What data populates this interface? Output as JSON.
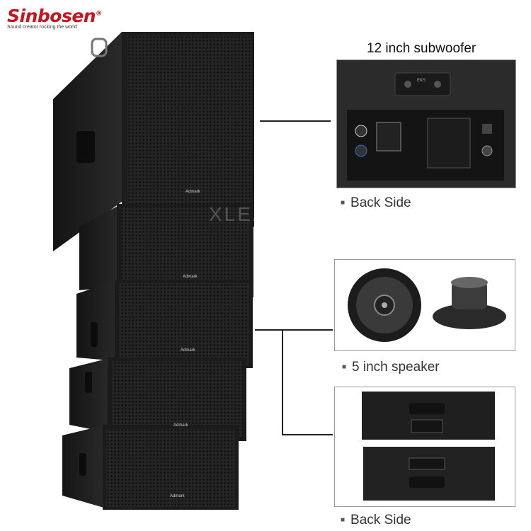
{
  "brand": {
    "name": "Sinbosen",
    "reg": "®",
    "tagline": "Sound creator rocking the world"
  },
  "watermark": "XLEAUDIO",
  "cabinet_logo": "Admark",
  "panels": {
    "subwoofer": {
      "title": "12 inch subwoofer",
      "caption": "Back Side",
      "panel_text": "EKS"
    },
    "speaker": {
      "caption": "5 inch speaker"
    },
    "top_back": {
      "caption": "Back Side"
    }
  },
  "colors": {
    "brand_red": "#c8141c",
    "cabinet": "#1b1b1b",
    "grille": "#262626",
    "panel": "#2e2e2e"
  },
  "icons": {
    "bullet": "■"
  }
}
